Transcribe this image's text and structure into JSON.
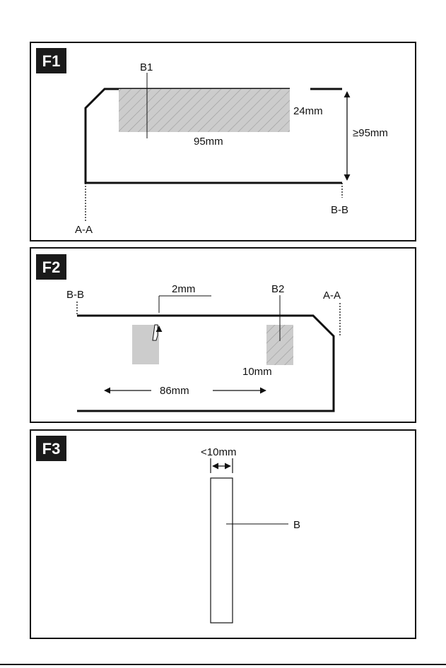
{
  "panels": [
    {
      "id": "F1",
      "badge": "F1",
      "labels": {
        "part": "B1",
        "width": "95mm",
        "thickness": "24mm",
        "height": "≥95mm",
        "left_edge": "A-A",
        "right_edge": "B-B"
      }
    },
    {
      "id": "F2",
      "badge": "F2",
      "labels": {
        "gap": "2mm",
        "part": "B2",
        "part_width": "10mm",
        "distance": "86mm",
        "left_edge": "B-B",
        "right_edge": "A-A"
      }
    },
    {
      "id": "F3",
      "badge": "F3",
      "labels": {
        "max_width": "<10mm",
        "part": "B"
      }
    }
  ],
  "colors": {
    "line": "#111111",
    "hatch_fill": "#cccccc",
    "hatch_line": "#9a9a9a",
    "badge_bg": "#1a1a1a"
  },
  "icons": [
    "hatch-pattern",
    "dimension-arrow"
  ]
}
